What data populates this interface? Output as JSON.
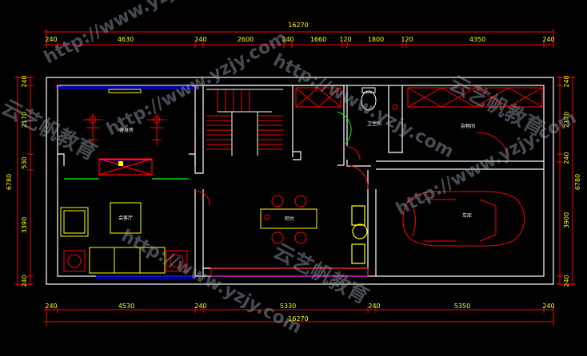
{
  "dimensions": {
    "top_total": "16270",
    "bottom_total": "16270",
    "top_segments": [
      "240",
      "4630",
      "240",
      "2600",
      "240",
      "1660",
      "120",
      "1800",
      "120",
      "4350",
      "240"
    ],
    "bottom_segments": [
      "240",
      "4530",
      "240",
      "5330",
      "240",
      "5350",
      "240"
    ],
    "left_total": "6780",
    "left_segments": [
      "240",
      "2170",
      "530",
      "3390",
      "240"
    ],
    "right_total": "6780",
    "right_segments": [
      "240",
      "2170",
      "240",
      "3900",
      "240"
    ]
  },
  "rooms": {
    "gym": "健身房",
    "lounge": "会客厅",
    "bathroom": "卫生间",
    "storage": "杂物间",
    "bar": "吧台",
    "garage": "车库"
  },
  "watermark": {
    "url": "http://www.yzjy.com",
    "brand": "云艺帆教育"
  },
  "colors": {
    "background": "#000000",
    "wall": "#ffffff",
    "dimension": "#ff0000",
    "dim_text": "#ffff00",
    "furniture": "#ff0000",
    "window": "#0000ff",
    "accent": "#ffff00",
    "green": "#00ff00",
    "magenta": "#ff00ff"
  }
}
